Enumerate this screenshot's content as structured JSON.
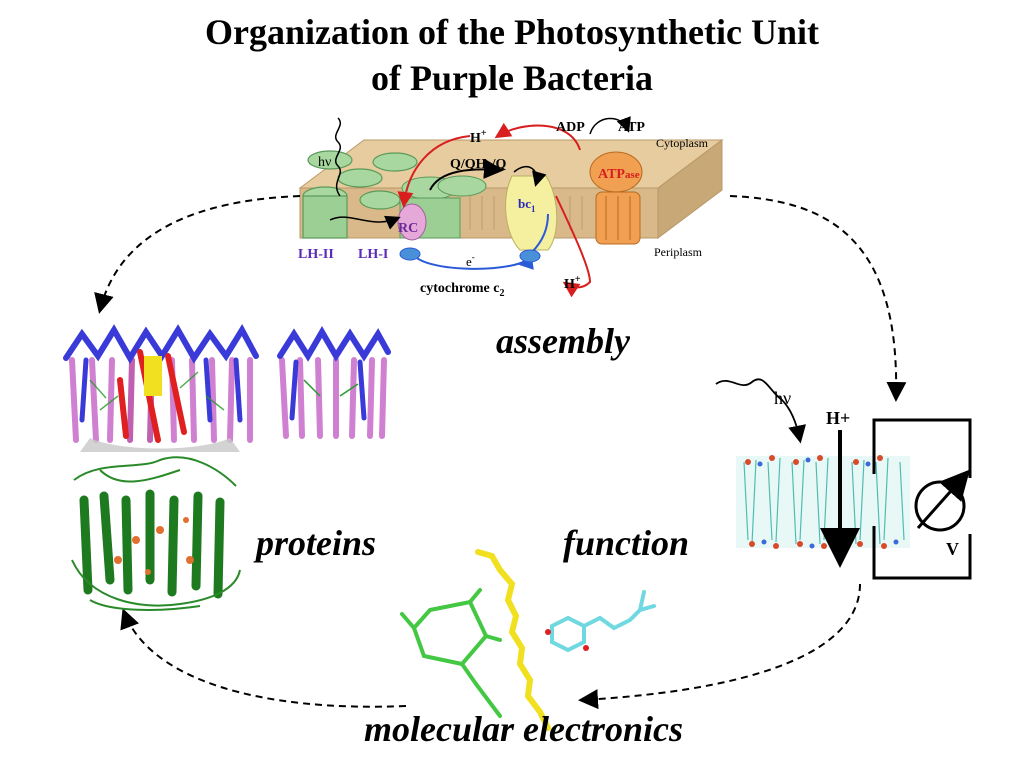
{
  "title": {
    "line1": "Organization of the Photosynthetic Unit",
    "line2": "of Purple Bacteria"
  },
  "membrane_figure": {
    "hv_label": "hν",
    "h_plus_top": "H",
    "h_plus_top_sup": "+",
    "quinone_label_a": "Q/QH",
    "quinone_label_sub": "2",
    "quinone_label_b": "/Q",
    "adp_label": "ADP",
    "atp_label": "ATP",
    "cytoplasm_label": "Cytoplasm",
    "atpase_label_a": "ATP",
    "atpase_label_b": "ase",
    "bc1_label": "bc",
    "bc1_sub": "1",
    "rc_label": "RC",
    "lh2_label": "LH-II",
    "lh1_label": "LH-I",
    "electron_label": "e",
    "electron_sup": "-",
    "periplasm_label": "Periplasm",
    "h_plus_bottom": "H",
    "h_plus_bottom_sup": "+",
    "cytochrome_label": "cytochrome c",
    "cytochrome_sub": "2"
  },
  "cycle_labels": {
    "assembly": "assembly",
    "proteins": "proteins",
    "function": "function",
    "molecular_electronics": "molecular electronics"
  },
  "device_figure": {
    "hv_label": "hν",
    "h_plus_label": "H+",
    "voltage_label": "V"
  },
  "colors": {
    "membrane_tan": "#d9b98a",
    "lh_green": "#a8d8a0",
    "helix_blue": "#3a3ad8",
    "helix_pink": "#d080d0",
    "protein_green": "#1e7a1e",
    "bchl_green": "#44c844",
    "carotenoid_yellow": "#f0e020",
    "quinone_cyan": "#70d8e0",
    "arrow_red": "#d81e1e",
    "electron_blue": "#2a5ad8"
  }
}
